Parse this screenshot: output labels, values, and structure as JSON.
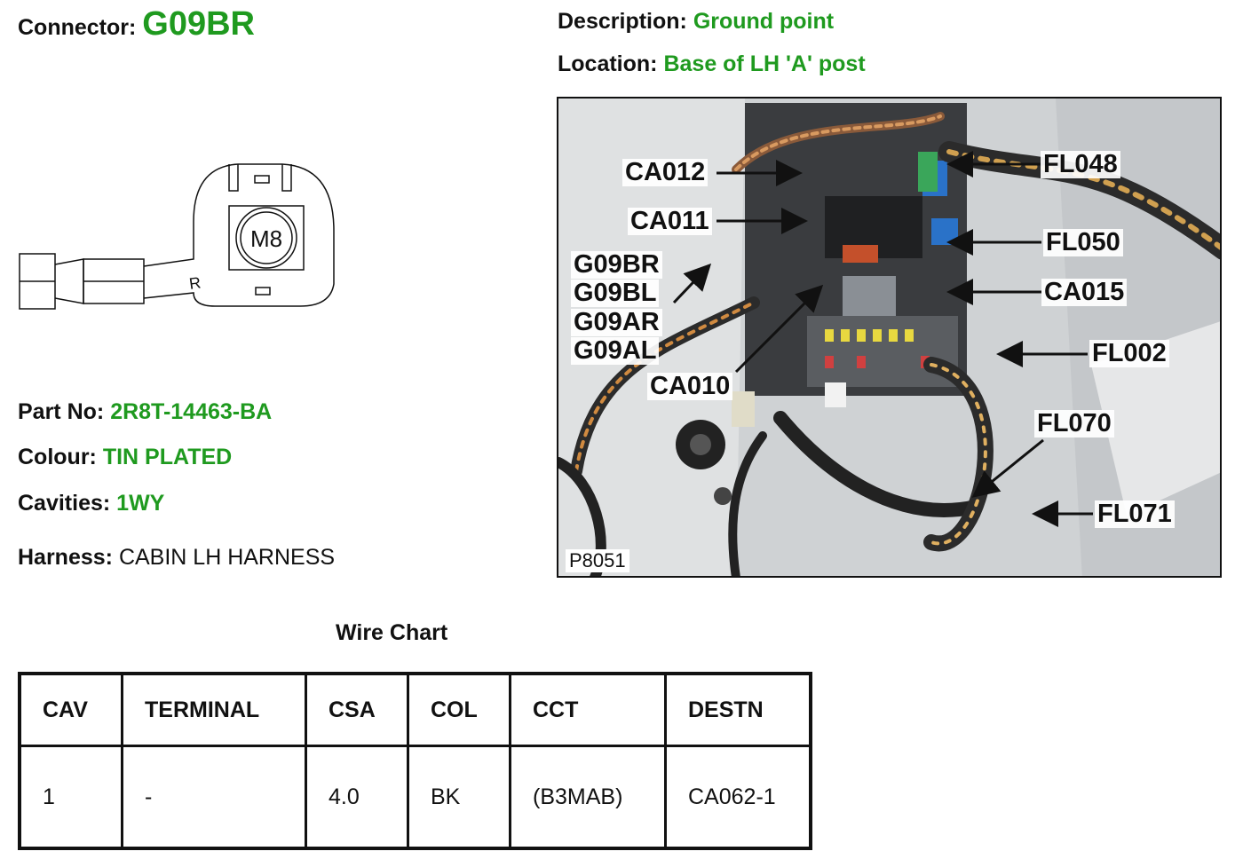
{
  "header": {
    "connector_label": "Connector:",
    "connector_value": "G09BR",
    "description_label": "Description:",
    "description_value": "Ground point",
    "location_label": "Location:",
    "location_value": "Base of LH 'A' post"
  },
  "connector_drawing": {
    "stud_label": "M8",
    "mark": "R"
  },
  "info": {
    "part_no_label": "Part No:",
    "part_no_value": "2R8T-14463-BA",
    "colour_label": "Colour:",
    "colour_value": "TIN PLATED",
    "cavities_label": "Cavities:",
    "cavities_value": "1WY",
    "harness_label": "Harness:",
    "harness_value": "CABIN LH HARNESS"
  },
  "photo": {
    "code": "P8051",
    "callouts": {
      "ca012": "CA012",
      "ca011": "CA011",
      "g09br": "G09BR",
      "g09bl": "G09BL",
      "g09ar": "G09AR",
      "g09al": "G09AL",
      "ca010": "CA010",
      "fl048": "FL048",
      "fl050": "FL050",
      "ca015": "CA015",
      "fl002": "FL002",
      "fl070": "FL070",
      "fl071": "FL071"
    }
  },
  "wire_chart": {
    "title": "Wire Chart",
    "headers": [
      "CAV",
      "TERMINAL",
      "CSA",
      "COL",
      "CCT",
      "DESTN"
    ],
    "rows": [
      [
        "1",
        "-",
        "4.0",
        "BK",
        "(B3MAB)",
        "CA062-1"
      ]
    ]
  },
  "colors": {
    "accent_green": "#1f9a1f",
    "text": "#111111"
  }
}
